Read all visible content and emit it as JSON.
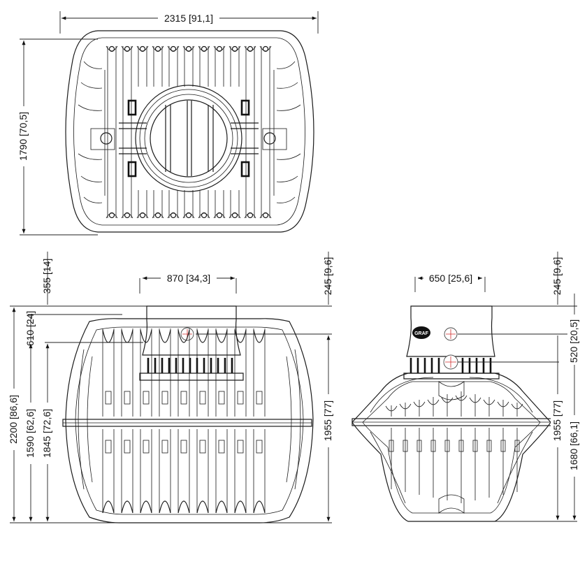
{
  "dimensions": {
    "top_width": "2315 [91,1]",
    "top_depth": "1790 [70,5]",
    "front_neck_width": "870 [34,3]",
    "front_overall_height": "2200 [86,6]",
    "front_neck_height": "355 [14]",
    "front_shoulder": "610 [24]",
    "front_body_top": "1845 [72,6]",
    "front_body_height": "1590 [62,6]",
    "front_cap": "245 [9,6]",
    "front_height_right": "1955 [77]",
    "side_neck_width": "650 [25,6]",
    "side_cap": "245 [9,6]",
    "side_inlet": "520 [20,5]",
    "side_height": "1955 [77]",
    "side_outlet": "1680 [66,1]"
  },
  "logo": {
    "brand": "GRAF"
  },
  "colors": {
    "ink": "#1a1a1a",
    "pipe_cross": "#d12b2b"
  }
}
